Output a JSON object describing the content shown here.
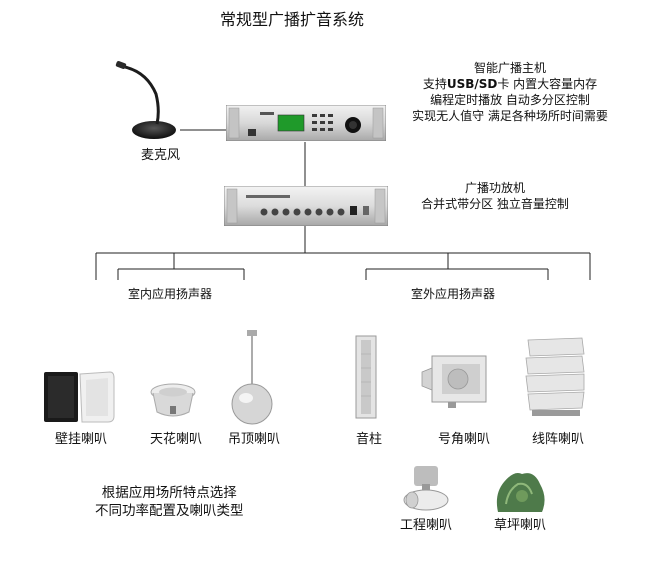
{
  "title": "常规型广播扩音系统",
  "mic_label": "麦克风",
  "host": {
    "line1": "智能广播主机",
    "line2_pre": "支持",
    "line2_bold": "USB/SD",
    "line2_post": "卡 内置大容量内存",
    "line3": "编程定时播放 自动多分区控制",
    "line4": "实现无人值守 满足各种场所时间需要"
  },
  "amp": {
    "line1": "广播功放机",
    "line2": "合并式带分区 独立音量控制"
  },
  "indoor_label": "室内应用扬声器",
  "outdoor_label": "室外应用扬声器",
  "speakers": {
    "wall": "壁挂喇叭",
    "ceiling": "天花喇叭",
    "pendant": "吊顶喇叭",
    "column": "音柱",
    "horn": "号角喇叭",
    "line_array": "线阵喇叭",
    "project": "工程喇叭",
    "lawn": "草坪喇叭"
  },
  "note": {
    "line1": "根据应用场所特点选择",
    "line2": "不同功率配置及喇叭类型"
  }
}
